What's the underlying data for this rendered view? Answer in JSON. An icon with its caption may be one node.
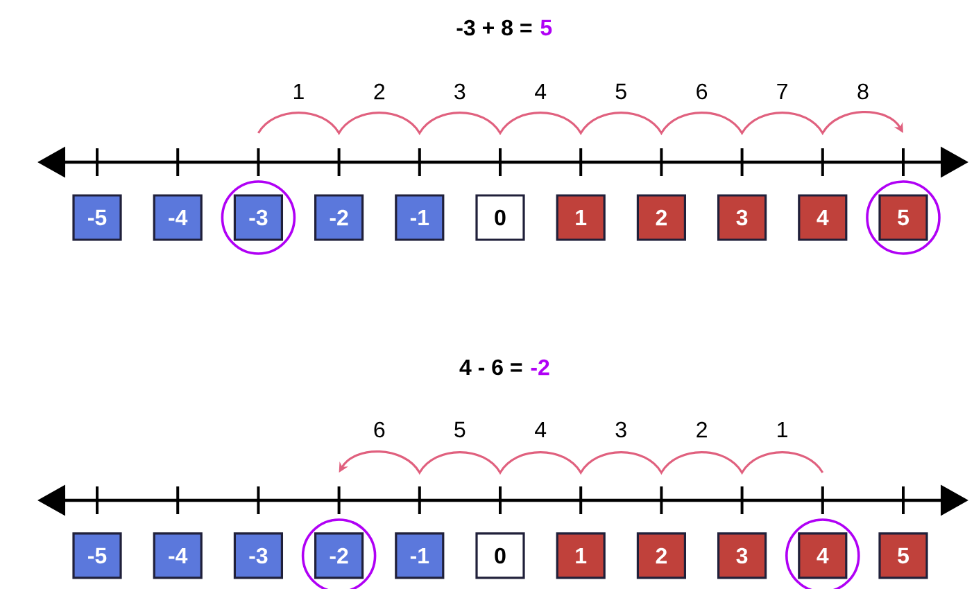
{
  "diagram": {
    "nodes": [
      {
        "text": [
          "-5"
        ]
      },
      {
        "text": [
          "-4"
        ]
      },
      {
        "text": [],
        "shape": "circle"
      },
      {
        "text": [
          "-3"
        ],
        "in": 2
      },
      {
        "text": [
          "-2"
        ]
      },
      {
        "text": [
          "-1"
        ]
      },
      {
        "text": [
          "0"
        ]
      },
      {
        "text": [
          "1"
        ]
      },
      {
        "text": [
          "2"
        ]
      },
      {
        "text": [
          "3"
        ]
      },
      {
        "text": [
          "4"
        ]
      },
      {
        "text": [],
        "shape": "circle"
      },
      {
        "text": [
          "5"
        ],
        "in": 11
      },
      {
        "text": [
          "-5"
        ]
      },
      {
        "text": [
          "-4"
        ]
      },
      {
        "text": [
          "-3"
        ]
      },
      {
        "text": [],
        "shape": "circle"
      },
      {
        "text": [
          "-2"
        ],
        "in": 16
      },
      {
        "text": [
          "-1"
        ]
      },
      {
        "text": [
          "0"
        ]
      },
      {
        "text": [
          "1"
        ]
      },
      {
        "text": [
          "2"
        ]
      },
      {
        "text": [
          "3"
        ]
      },
      {
        "text": [],
        "shape": "circle"
      },
      {
        "text": [
          "4"
        ],
        "in": 23
      },
      {
        "text": [
          "5"
        ]
      }
    ],
    "labels": [
      "-3 + 8 =",
      "5",
      "1",
      "2",
      "3",
      "4",
      "5",
      "6",
      "7",
      "8",
      "4 - 6 =",
      "-2",
      "6",
      "5",
      "4",
      "3",
      "2",
      "1"
    ]
  }
}
